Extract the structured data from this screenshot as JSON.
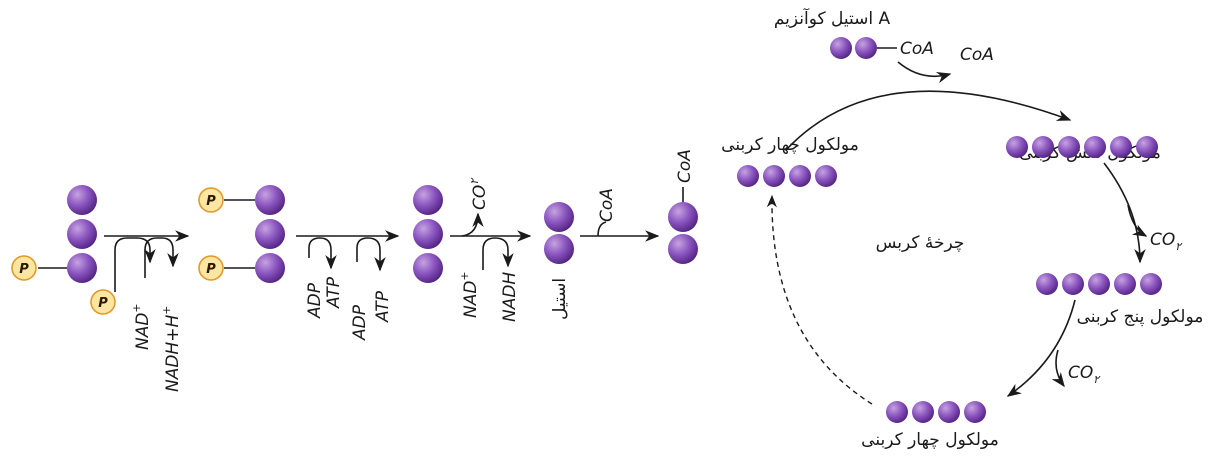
{
  "colors": {
    "ball_light": "#c6a3e0",
    "ball_mid": "#8a55bf",
    "ball_dark": "#4e1f7d",
    "phosphate_fill": "#fde6a2",
    "phosphate_stroke": "#e09a2b",
    "stroke": "#1a1a1a"
  },
  "labels": {
    "phosphate": "P",
    "nad": "NAD",
    "nadh_h": "NADH+H",
    "superscript_plus": "+",
    "adp_1": "ADP",
    "atp_1": "ATP",
    "adp_2": "ADP",
    "atp_2": "ATP",
    "co2_top": "CO",
    "co2_top_sub": "۲",
    "nad_2": "NAD",
    "nadh": "NADH",
    "acetyl": "استیل",
    "coa_in": "CoA",
    "coa_bound": "CoA",
    "acetyl_coa_title": "استیل کوآنزیم A",
    "coa_on_acetyl": "CoA",
    "coa_released": "CoA",
    "six_carbon": "مولکول شش کربنی",
    "co2_a": "CO",
    "co2_a_sub": "۲",
    "five_carbon": "مولکول پنج کربنی",
    "co2_b": "CO",
    "co2_b_sub": "۲",
    "four_carbon_bottom": "مولکول چهار کربنی",
    "four_carbon_left": "مولکول چهار کربنی",
    "krebs_cycle": "چرخهٔ کربس"
  }
}
